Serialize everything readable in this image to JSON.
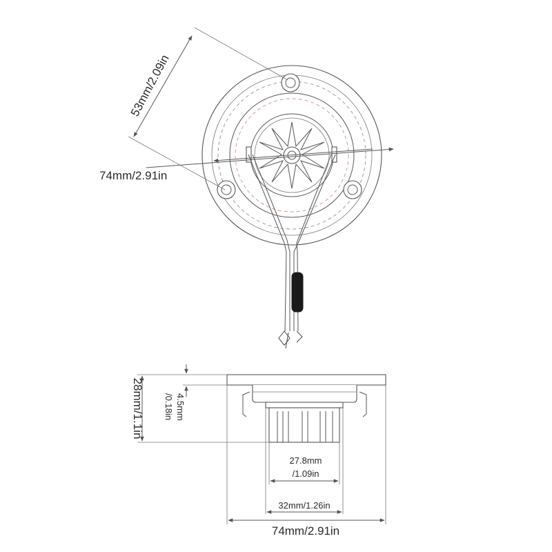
{
  "top_view": {
    "dim_bolt_circle": "53mm/2.09in",
    "dim_diameter": "74mm/2.91in"
  },
  "side_view": {
    "dim_height": "28mm/1.1in",
    "dim_flange_thickness_mm": "4.5mm",
    "dim_flange_thickness_in": "/0.18in",
    "dim_inner_mm": "27.8mm",
    "dim_inner_in": "/1.09in",
    "dim_outer_body": "32mm/1.26in",
    "dim_total_width": "74mm/2.91in"
  }
}
